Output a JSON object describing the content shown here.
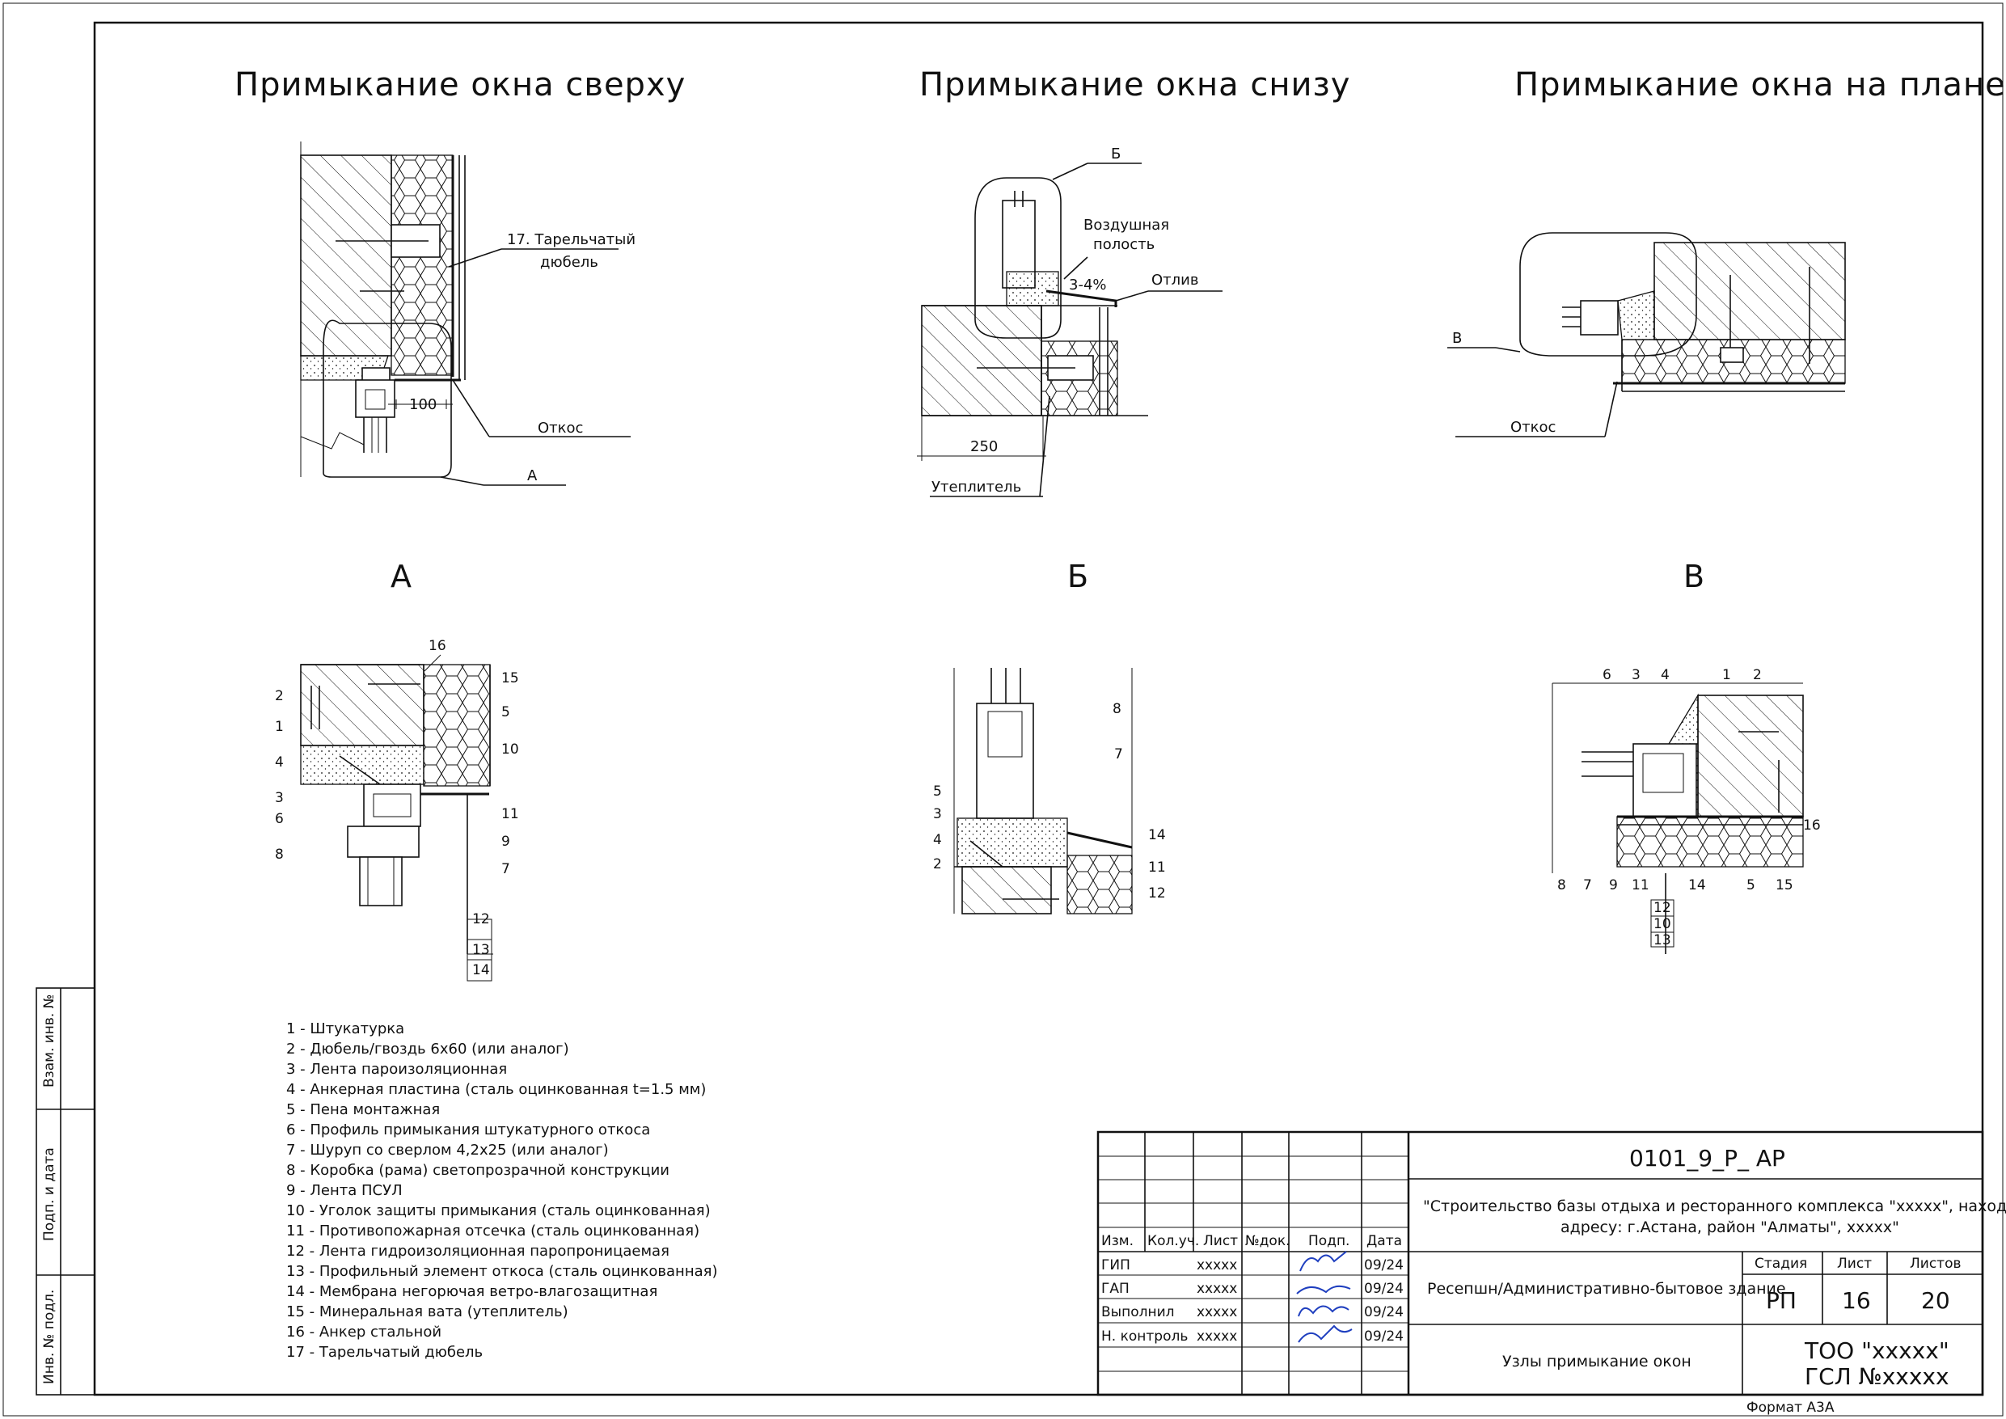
{
  "views": {
    "top_title": "Примыкание окна сверху",
    "bottom_title": "Примыкание окна снизу",
    "plan_title": "Примыкание окна на плане"
  },
  "top_view": {
    "callout_17_line1": "17. Тарельчатый",
    "callout_17_line2": "дюбель",
    "dim_100": "100",
    "otkos_label": "Откос",
    "detail_marker": "А"
  },
  "bottom_view": {
    "detail_marker": "Б",
    "air_line1": "Воздушная",
    "air_line2": "полость",
    "slope": "3-4%",
    "otliv": "Отлив",
    "dim_250": "250",
    "insulation": "Утеплитель"
  },
  "plan_view": {
    "detail_marker": "В",
    "otkos_label": "Откос"
  },
  "details": {
    "a_title": "А",
    "b_title": "Б",
    "v_title": "В",
    "a_labels": {
      "n16": "16",
      "n15": "15",
      "n5": "5",
      "n10": "10",
      "n2": "2",
      "n1": "1",
      "n4": "4",
      "n3": "3",
      "n6": "6",
      "n8": "8",
      "n11": "11",
      "n9": "9",
      "n7": "7",
      "n12": "12",
      "n13": "13",
      "n14": "14"
    },
    "b_labels": {
      "n8": "8",
      "n7": "7",
      "n5": "5",
      "n3": "3",
      "n4": "4",
      "n2": "2",
      "n14": "14",
      "n11": "11",
      "n12": "12"
    },
    "v_labels": {
      "n6": "6",
      "n3": "3",
      "n4": "4",
      "n1": "1",
      "n2": "2",
      "n16": "16",
      "n8": "8",
      "n7": "7",
      "n9": "9",
      "n11": "11",
      "n14": "14",
      "n5": "5",
      "n15": "15",
      "n12": "12",
      "n13": "13",
      "n10": "10"
    }
  },
  "legend": [
    "1 - Штукатурка",
    "2 - Дюбель/гвоздь 6x60 (или аналог)",
    "3 - Лента пароизоляционная",
    "4 - Анкерная пластина (сталь оцинкованная t=1.5 мм)",
    "5 - Пена монтажная",
    "6 - Профиль примыкания штукатурного откоса",
    "7 - Шуруп со сверлом 4,2x25 (или аналог)",
    "8 - Коробка (рама) светопрозрачной конструкции",
    "9 - Лента ПСУЛ",
    "10 - Уголок защиты примыкания (сталь оцинкованная)",
    "11 - Противопожарная отсечка (сталь оцинкованная)",
    "12 - Лента гидроизоляционная паропроницаемая",
    "13 - Профильный элемент откоса (сталь оцинкованная)",
    "14 - Мембрана негорючая ветро-влагозащитная",
    "15 - Минеральная вата (утеплитель)",
    "16 - Анкер стальной",
    "17 - Тарельчатый дюбель"
  ],
  "side_stamp": {
    "vzam": "Взам. инв. №",
    "podp": "Подп. и дата",
    "inv": "Инв. № подл."
  },
  "title_block": {
    "code": "0101_9_Р_ АР",
    "project_line1": "\"Строительство базы отдыха и ресторанного комплекса \"xxxxx\", находящего по",
    "project_line2": "адресу: г.Астана, район \"Алматы\", xxxxx\"",
    "building": "Ресепшн/Административно-бытовое здание",
    "sheet_name": "Узлы примыкание окон",
    "headers": {
      "izm": "Изм.",
      "koluch": "Кол.уч.",
      "list": "Лист",
      "ndok": "№док.",
      "podp": "Подп.",
      "data": "Дата"
    },
    "signatories": [
      {
        "role": "ГИП",
        "name": "xxxxx",
        "date": "09/24"
      },
      {
        "role": "ГАП",
        "name": "xxxxx",
        "date": "09/24"
      },
      {
        "role": "Выполнил",
        "name": "xxxxx",
        "date": "09/24"
      },
      {
        "role": "Н. контроль",
        "name": "xxxxx",
        "date": "09/24"
      }
    ],
    "stage_header": "Стадия",
    "sheet_header": "Лист",
    "sheets_header": "Листов",
    "stage": "РП",
    "sheet": "16",
    "sheets": "20",
    "company_line1": "ТОО \"xxxxx\"",
    "company_line2": "ГСЛ №xxxxx",
    "format": "Формат А3А"
  },
  "colors": {
    "line": "#111111",
    "signature": "#1f3fbf",
    "background": "#ffffff"
  }
}
